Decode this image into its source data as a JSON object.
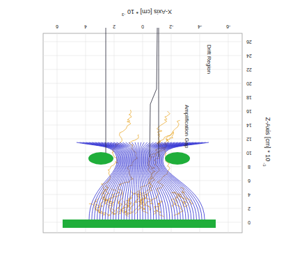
{
  "diagram": {
    "labels": [
      "X-Axis [cm] * 10",
      "-3",
      "Z-Axis [cm] * 10",
      "-3",
      "Drift Region",
      "Amplification Gap",
      "-6",
      "-4",
      "-2",
      "0",
      "2",
      "4",
      "6",
      "0",
      "2",
      "4",
      "6",
      "8",
      "10",
      "12",
      "14",
      "16",
      "18",
      "20",
      "22",
      "24",
      "26"
    ]
  }
}
